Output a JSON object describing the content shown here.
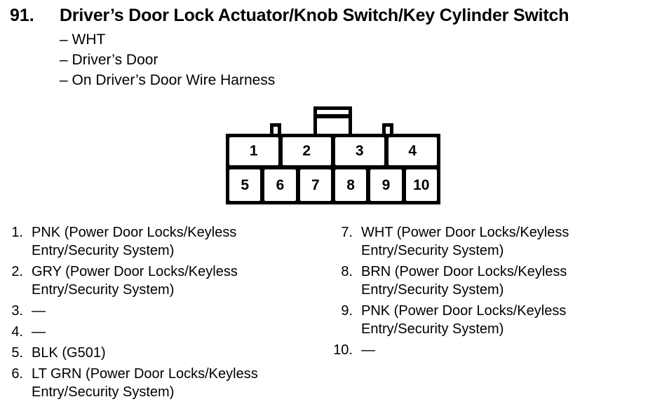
{
  "page": {
    "background": "#ffffff",
    "ink": "#000000"
  },
  "header": {
    "item_number": "91.",
    "title": "Driver’s Door Lock Actuator/Knob Switch/Key Cylinder Switch",
    "details": [
      "– WHT",
      "– Driver’s Door",
      "– On Driver’s Door Wire Harness"
    ]
  },
  "connector": {
    "description": "10-cavity connector, face view",
    "top_row": [
      "1",
      "2",
      "3",
      "4"
    ],
    "bottom_row": [
      "5",
      "6",
      "7",
      "8",
      "9",
      "10"
    ]
  },
  "pins": {
    "left": [
      {
        "num": "1.",
        "desc": "PNK (Power Door Locks/Keyless Entry/Security System)"
      },
      {
        "num": "2.",
        "desc": "GRY (Power Door Locks/Keyless Entry/Security System)"
      },
      {
        "num": "3.",
        "desc": "—"
      },
      {
        "num": "4.",
        "desc": "—"
      },
      {
        "num": "5.",
        "desc": "BLK (G501)"
      },
      {
        "num": "6.",
        "desc": "LT GRN (Power Door Locks/Keyless Entry/Security System)"
      }
    ],
    "right": [
      {
        "num": "7.",
        "desc": "WHT (Power Door Locks/Keyless Entry/Security System)"
      },
      {
        "num": "8.",
        "desc": "BRN (Power Door Locks/Keyless Entry/Security System)"
      },
      {
        "num": "9.",
        "desc": "PNK (Power Door Locks/Keyless Entry/Security System)"
      },
      {
        "num": "10.",
        "desc": "—"
      }
    ]
  }
}
